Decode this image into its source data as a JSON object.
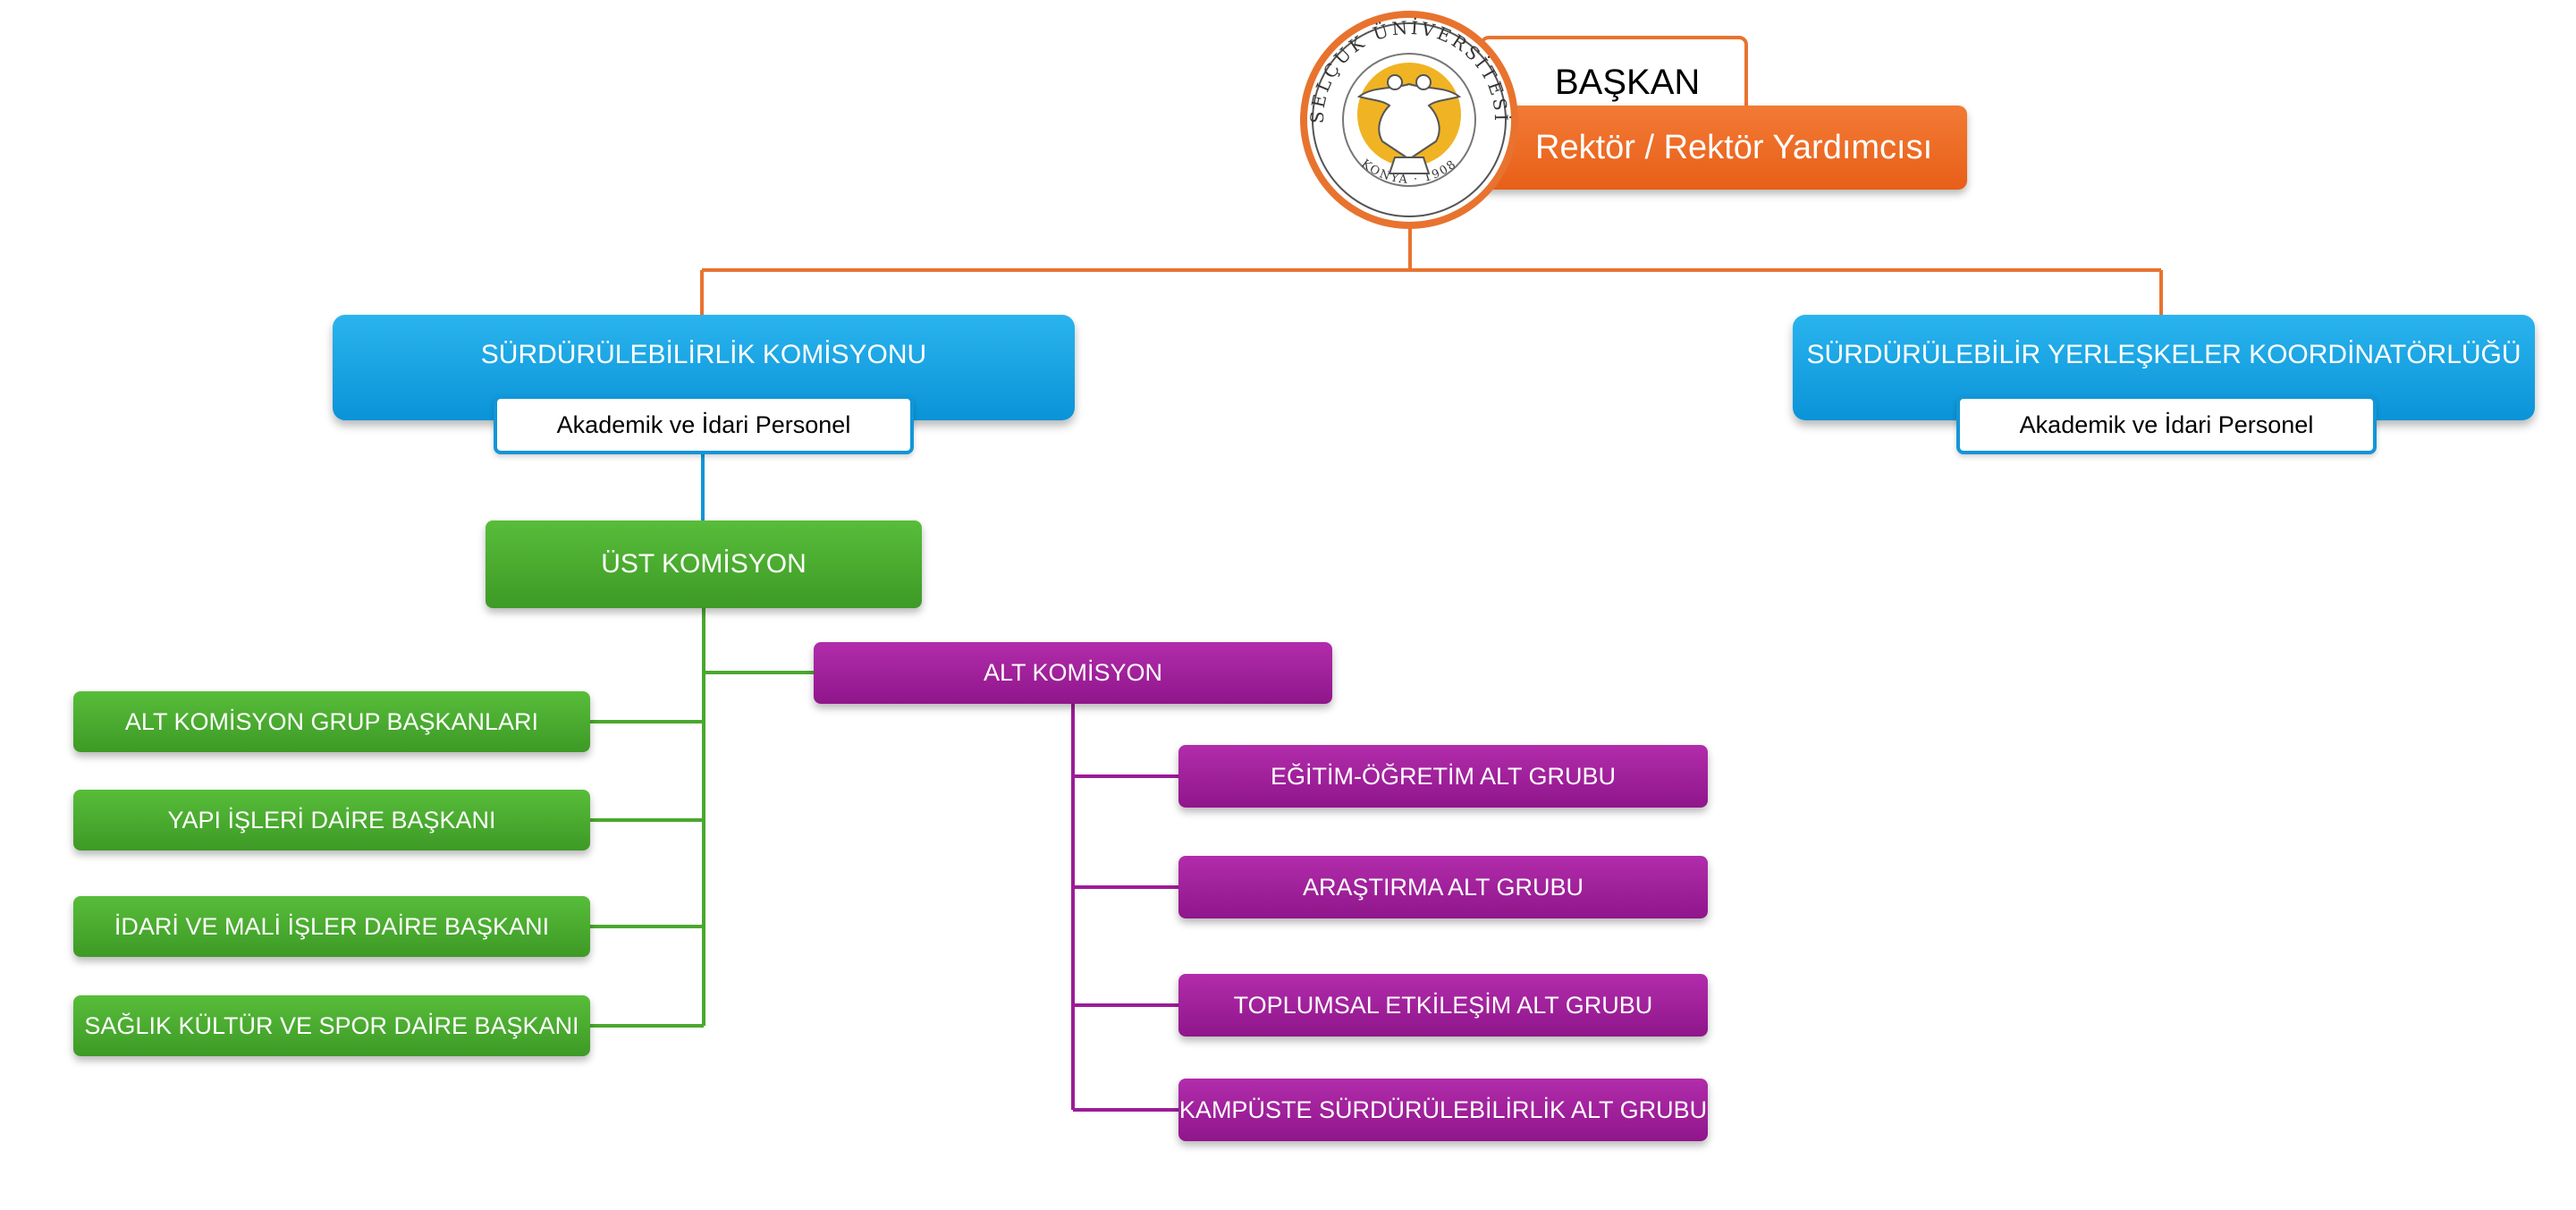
{
  "president": {
    "title": "BAŞKAN",
    "role": "Rektör / Rektör Yardımcısı",
    "logo": {
      "ring_text": "SELÇUK ÜNİVERSİTESİ",
      "bottom_text": "KONYA · 1908",
      "icon": "double-headed-eagle-seal-icon"
    }
  },
  "commissions": {
    "sustainability": {
      "title": "SÜRDÜRÜLEBİLİRLİK KOMİSYONU",
      "staff": "Akademik ve İdari Personel"
    },
    "campus_coordination": {
      "title": "SÜRDÜRÜLEBİLİR YERLEŞKELER KOORDİNATÖRLÜĞÜ",
      "staff": "Akademik ve İdari Personel"
    }
  },
  "upper_commission": {
    "title": "ÜST KOMİSYON",
    "members": [
      "ALT KOMİSYON GRUP BAŞKANLARI",
      "YAPI İŞLERİ DAİRE BAŞKANI",
      "İDARİ VE MALİ İŞLER DAİRE BAŞKANI",
      "SAĞLIK KÜLTÜR VE SPOR DAİRE BAŞKANI"
    ]
  },
  "sub_commission": {
    "title": "ALT KOMİSYON",
    "groups": [
      "EĞİTİM-ÖĞRETİM ALT GRUBU",
      "ARAŞTIRMA ALT GRUBU",
      "TOPLUMSAL ETKİLEŞİM ALT GRUBU",
      "KAMPÜSTE SÜRDÜRÜLEBİLİRLİK ALT GRUBU"
    ]
  },
  "colors": {
    "orange": "#e8732f",
    "blue": "#1296d8",
    "green": "#4aa82e",
    "purple": "#9c1c98"
  }
}
